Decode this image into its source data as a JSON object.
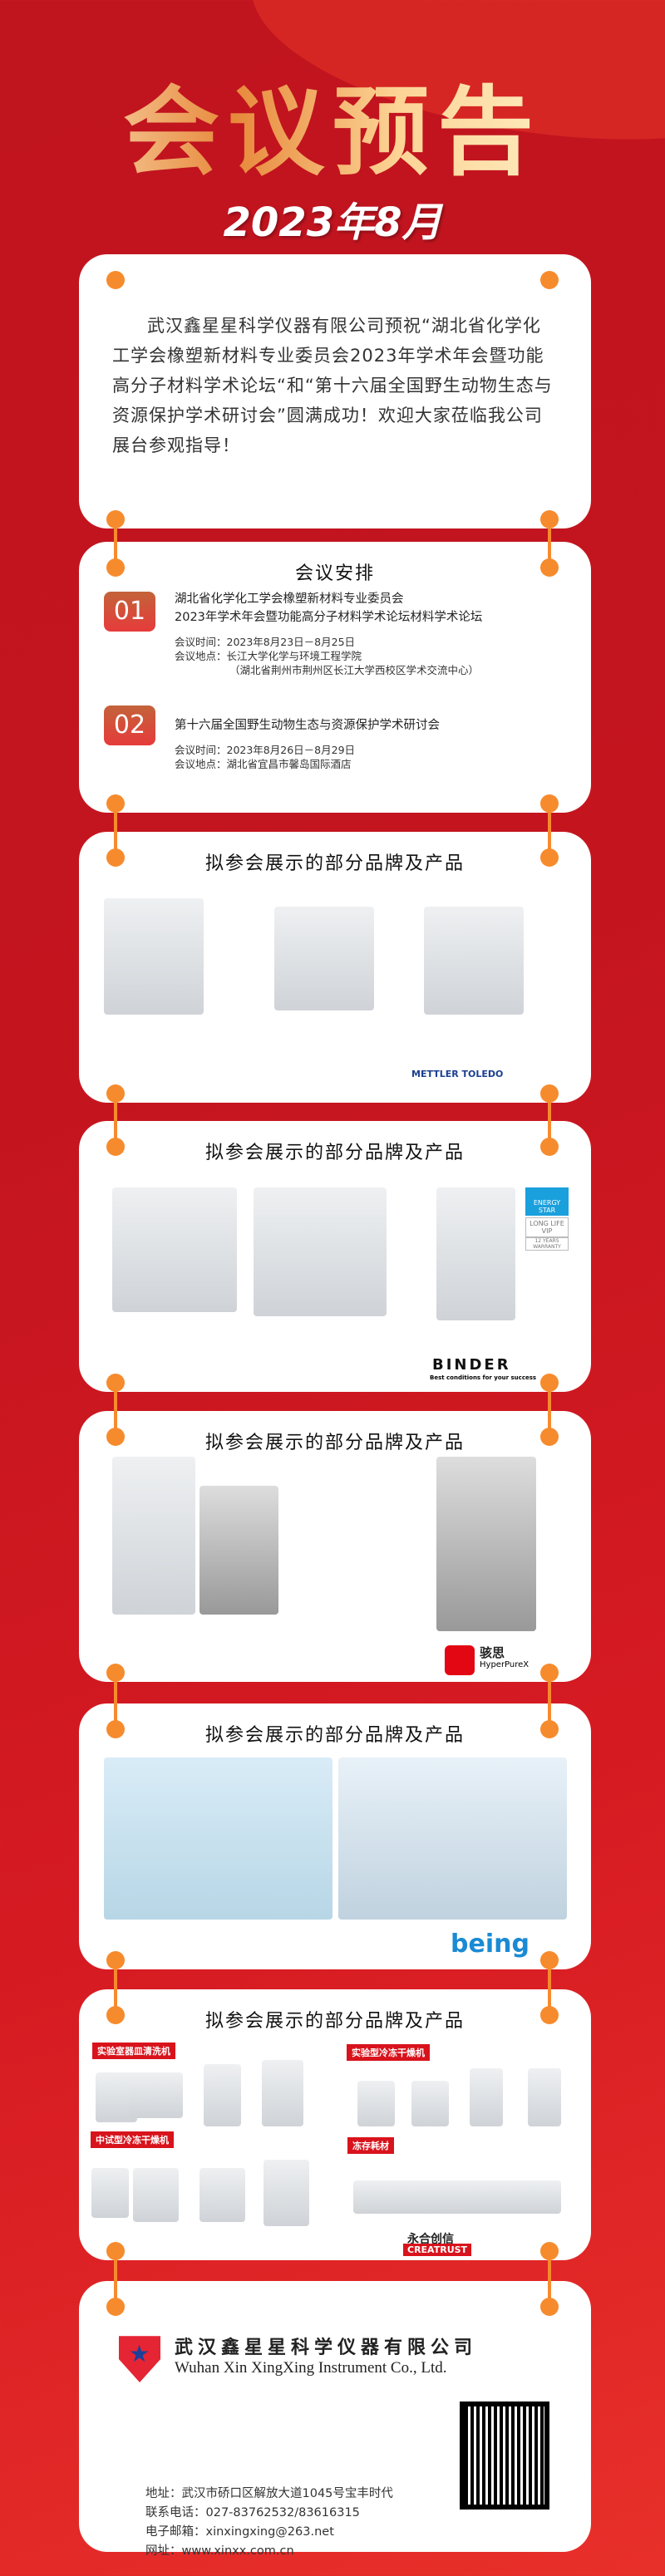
{
  "header": {
    "title": "会议预告",
    "date": "2023年8月"
  },
  "intro": {
    "text": "武汉鑫星星科学仪器有限公司预祝“湖北省化学化工学会橡塑新材料专业委员会2023年学术年会暨功能高分子材料学术论坛“和“第十六届全国野生动物生态与资源保护学术研讨会”圆满成功！欢迎大家莅临我公司展台参观指导！"
  },
  "schedule": {
    "title": "会议安排",
    "items": [
      {
        "num": "01",
        "name_line1": "湖北省化学化工学会橡塑新材料专业委员会",
        "name_line2": "2023年学术年会暨功能高分子材料学术论坛材料学术论坛",
        "time": "会议时间：2023年8月23日－8月25日",
        "place": "会议地点：长江大学化学与环境工程学院",
        "place_detail": "（湖北省荆州市荆州区长江大学西校区学术交流中心）"
      },
      {
        "num": "02",
        "name_line1": "第十六届全国野生动物生态与资源保护学术研讨会",
        "time": "会议时间：2023年8月26日－8月29日",
        "place": "会议地点：湖北省宜昌市馨岛国际酒店"
      }
    ]
  },
  "brands": [
    {
      "title": "拟参会展示的部分品牌及产品",
      "logo": "METTLER TOLEDO"
    },
    {
      "title": "拟参会展示的部分品牌及产品",
      "logo": "BINDER",
      "logo_sub": "Best conditions for your success",
      "badge1": "ENERGY STAR",
      "badge2": "LONG LIFE VIP",
      "badge3": "12 YEARS WARRANTY"
    },
    {
      "title": "拟参会展示的部分品牌及产品",
      "logo": "骇思",
      "logo_sub": "HyperPureX"
    },
    {
      "title": "拟参会展示的部分品牌及产品",
      "logo": "being"
    },
    {
      "title": "拟参会展示的部分品牌及产品",
      "logo": "永合创信",
      "logo_sub": "CREATRUST",
      "tags": [
        "实验室器皿清洗机",
        "实验型冷冻干燥机",
        "中试型冷冻干燥机",
        "冻存耗材"
      ]
    }
  ],
  "company": {
    "name_cn": "武汉鑫星星科学仪器有限公司",
    "name_en": "Wuhan Xin XingXing Instrument Co., Ltd.",
    "address": "地址：武汉市硚口区解放大道1045号宝丰时代",
    "phone": "联系电话：027-83762532/83616315",
    "email": "电子邮箱：xinxingxing@263.net",
    "website": "网址：www.xinxx.com.cn"
  },
  "colors": {
    "bg": "#c4151f",
    "accent": "#f68b2d",
    "number": "#e63b3b"
  }
}
